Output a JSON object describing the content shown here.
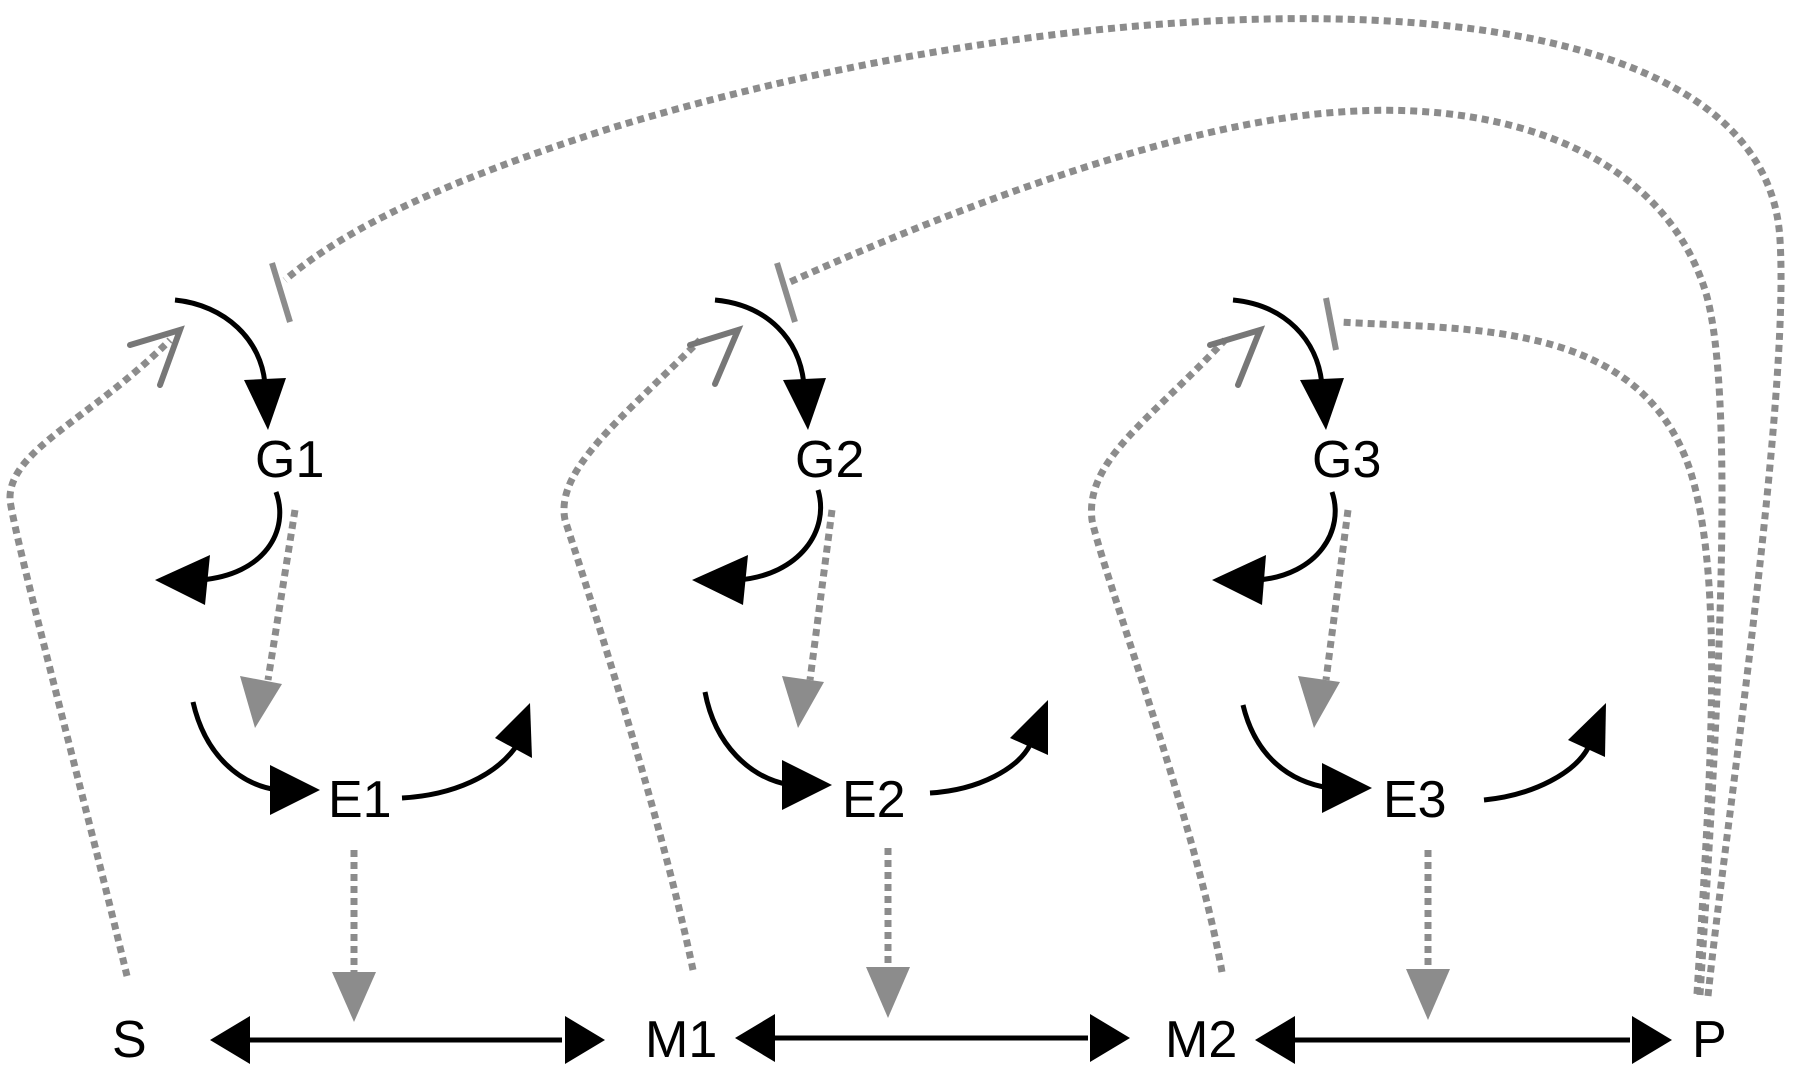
{
  "diagram": {
    "nodes": {
      "S": "S",
      "M1": "M1",
      "M2": "M2",
      "P": "P",
      "G1": "G1",
      "G2": "G2",
      "G3": "G3",
      "E1": "E1",
      "E2": "E2",
      "E3": "E3"
    },
    "edges": [
      {
        "from": "S",
        "to": "M1",
        "type": "reversible"
      },
      {
        "from": "M1",
        "to": "M2",
        "type": "reversible"
      },
      {
        "from": "M2",
        "to": "P",
        "type": "reversible"
      },
      {
        "from": "G1",
        "to": "E1",
        "type": "expression"
      },
      {
        "from": "G2",
        "to": "E2",
        "type": "expression"
      },
      {
        "from": "G3",
        "to": "E3",
        "type": "expression"
      },
      {
        "from": "E1",
        "to": "S-M1 reaction",
        "type": "catalysis"
      },
      {
        "from": "E2",
        "to": "M1-M2 reaction",
        "type": "catalysis"
      },
      {
        "from": "E3",
        "to": "M2-P reaction",
        "type": "catalysis"
      },
      {
        "from": "S",
        "to": "G1",
        "type": "activation"
      },
      {
        "from": "M1",
        "to": "G2",
        "type": "activation"
      },
      {
        "from": "M2",
        "to": "G3",
        "type": "activation"
      },
      {
        "from": "P",
        "to": "G1",
        "type": "inhibition"
      },
      {
        "from": "P",
        "to": "G2",
        "type": "inhibition"
      },
      {
        "from": "P",
        "to": "G3",
        "type": "inhibition"
      }
    ],
    "colors": {
      "solid": "#000000",
      "regulation": "#8c8c8c",
      "activation_head": "#777777"
    }
  }
}
